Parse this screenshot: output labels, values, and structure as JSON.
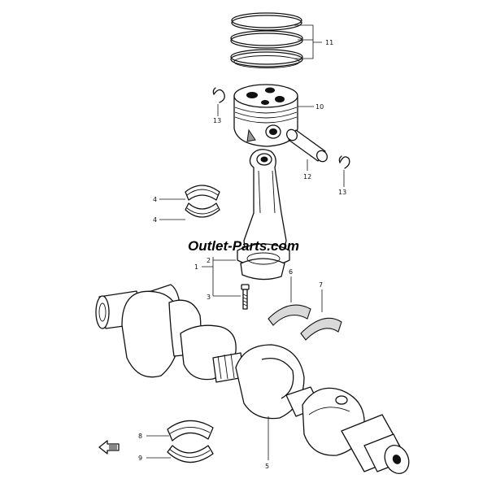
{
  "watermark": "Outlet-Parts.com",
  "callouts": {
    "c1": "1",
    "c2": "2",
    "c3": "3",
    "c4a": "4",
    "c4b": "4",
    "c5": "5",
    "c6": "6",
    "c7": "7",
    "c8": "8",
    "c9": "9",
    "c10": "10",
    "c11": "11",
    "c12": "12",
    "c13a": "13",
    "c13b": "13"
  },
  "icons": {
    "front_arrow": "front-direction-arrow-icon"
  }
}
